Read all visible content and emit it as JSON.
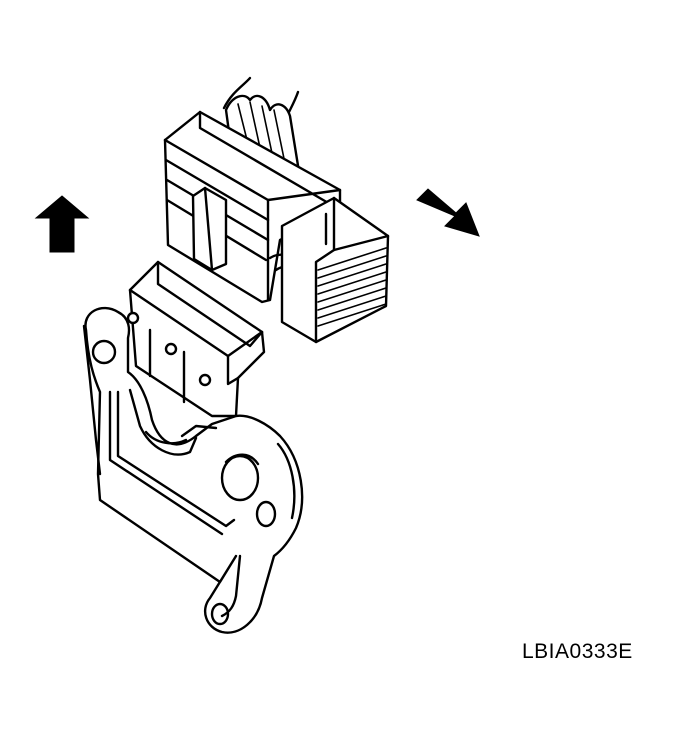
{
  "figure": {
    "code": "LBIA0333E",
    "arrows": [
      {
        "name": "lift-up-arrow",
        "direction": "up"
      },
      {
        "name": "pull-out-arrow",
        "direction": "down-right"
      }
    ]
  },
  "colors": {
    "line": "#000000",
    "background": "#ffffff"
  }
}
